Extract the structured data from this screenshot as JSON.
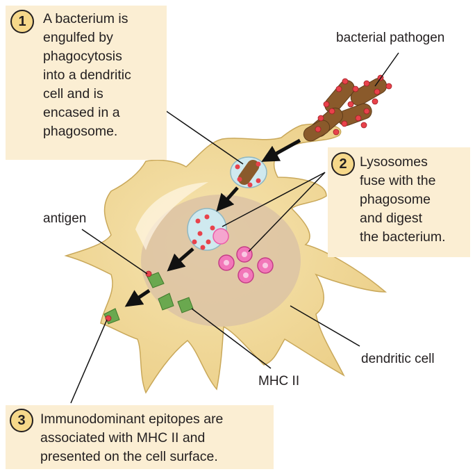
{
  "steps": [
    {
      "number": "1",
      "text": "A bacterium is\nengulfed by\nphagocytosis\ninto a dendritic\ncell and is\nencased in a\nphagosome."
    },
    {
      "number": "2",
      "text": "Lysosomes\nfuse with the\nphagosome\nand digest\nthe bacterium."
    },
    {
      "number": "3",
      "text": "Immunodominant epitopes are\nassociated with MHC II and\npresented on the cell surface."
    }
  ],
  "labels": {
    "bacterial_pathogen": "bacterial pathogen",
    "antigen": "antigen",
    "dendritic_cell": "dendritic cell",
    "mhc_ii": "MHC II"
  },
  "colors": {
    "box_fill": "#fbeed3",
    "badge_fill": "#f6d88a",
    "cell_fill": "#f3dc9b",
    "nucleus_fill": "#dcc3a4",
    "bacterium": "#8a5a2b",
    "antigen_dot": "#e8424b",
    "lysosome": "#ec5aa8",
    "mhc": "#6aa84f",
    "phagosome": "#cfe9ef"
  }
}
